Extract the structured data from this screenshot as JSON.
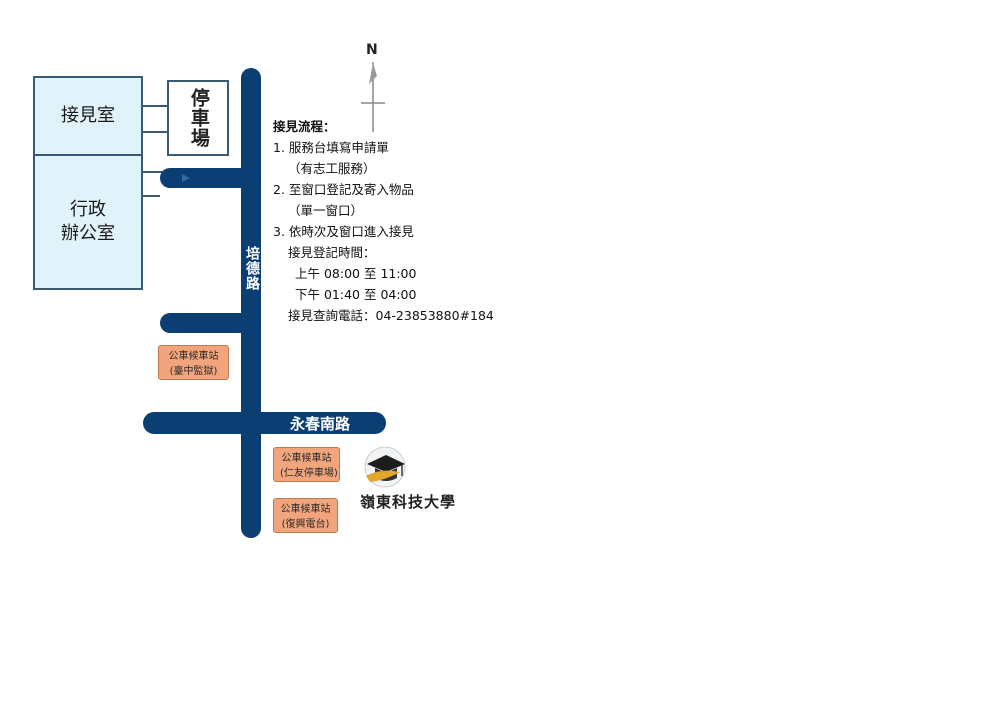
{
  "buildings": {
    "reception_room": "接見室",
    "admin_office": "行政\n辦公室",
    "parking_lot": "停車場"
  },
  "roads": {
    "peide_road": "培德路",
    "yongchun_south_road": "永春南路"
  },
  "bus_stops": [
    {
      "line1": "公車候車站",
      "line2": "(臺中監獄)"
    },
    {
      "line1": "公車候車站",
      "line2": "(仁友停車場)"
    },
    {
      "line1": "公車候車站",
      "line2": "(復興電台)"
    }
  ],
  "compass": {
    "north_label": "N"
  },
  "school": {
    "name": "嶺東科技大學"
  },
  "visit_info": {
    "title": "接見流程：",
    "step1": "1. 服務台填寫申請單",
    "step1_note": "（有志工服務）",
    "step2": "2. 至窗口登記及寄入物品",
    "step2_note": "（單一窗口）",
    "step3": "3. 依時次及窗口進入接見",
    "reg_time_label": "接見登記時間：",
    "morning": "上午 08:00 至 11:00",
    "afternoon": "下午 01:40 至 04:00",
    "phone": "接見查詢電話：04-23853880#184"
  },
  "colors": {
    "road": "#0b3f73",
    "building_fill": "#e0f2fa",
    "bus_stop_fill": "#f2a57c"
  }
}
